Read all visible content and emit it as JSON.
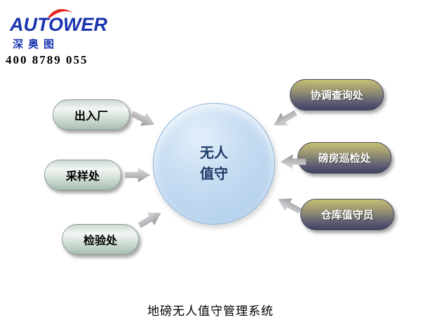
{
  "header": {
    "logo_text": "AUTOWER",
    "logo_chinese": "深奥图",
    "phone": "400 8789 055"
  },
  "diagram": {
    "center": {
      "line1": "无人",
      "line2": "值守"
    },
    "left_nodes": [
      {
        "label": "出入厂"
      },
      {
        "label": "采样处"
      },
      {
        "label": "检验处"
      }
    ],
    "right_nodes": [
      {
        "label": "协调查询处"
      },
      {
        "label": "磅房巡检处"
      },
      {
        "label": "仓库值守员"
      }
    ]
  },
  "footer": {
    "title": "地磅无人值守管理系统"
  },
  "colors": {
    "logo_blue": "#1a34ae",
    "logo_red": "#e3251f",
    "circle_fill": "#b9d4ee",
    "circle_border": "#8fb3d8",
    "left_pill_top": "#f3f7f4",
    "left_pill_bottom": "#a9bdb1",
    "right_pill_top": "#c6bf74",
    "right_pill_bottom": "#40425f",
    "arrow_gray": "#b9b9bd"
  }
}
